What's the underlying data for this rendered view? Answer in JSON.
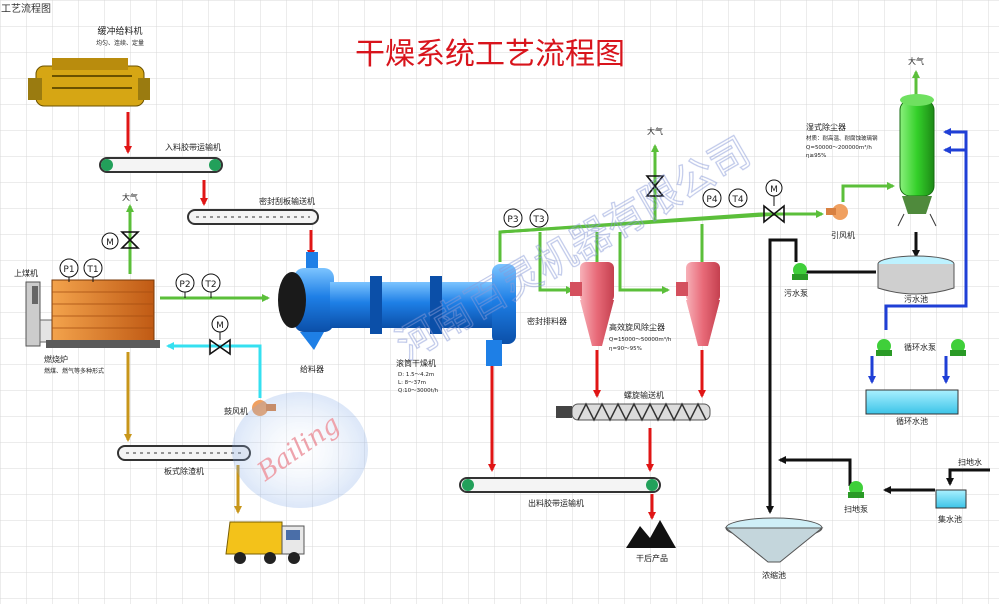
{
  "corner_caption": "工艺流程图",
  "title": "干燥系统工艺流程图",
  "watermark_company": "河南百灵机器有限公司",
  "watermark_brand": "Bailing",
  "labels": {
    "buffer_feeder": "缓冲给料机",
    "buffer_feeder_sub": "均匀、连续、定量",
    "inlet_conveyor": "入料胶带运输机",
    "atmosphere_1": "大气",
    "atmosphere_2": "大气",
    "atmosphere_3": "大气",
    "scraper_conveyor": "密封刮板输送机",
    "coal_feeder": "上煤机",
    "furnace": "燃烧炉",
    "furnace_sub": "燃煤、燃气等多种形式",
    "feeder": "给料器",
    "drum_dryer": "滚筒干燥机",
    "drum_spec_1": "D: 1.5～4.2m",
    "drum_spec_2": "L: 8～37m",
    "drum_spec_3": "Q:10～3000t/h",
    "blower": "鼓风机",
    "slag_conveyor": "板式除渣机",
    "sealed_discharger": "密封排料器",
    "cyclone": "高效旋风除尘器",
    "cyclone_spec_1": "Q=15000～50000m³/h",
    "cyclone_spec_2": "η=90～95%",
    "screw_conveyor": "螺旋输送机",
    "outlet_conveyor": "出料胶带运输机",
    "dry_product": "干后产品",
    "wet_scrubber": "湿式除尘器",
    "scrubber_spec_1": "材质：耐高温、耐腐蚀玻璃钢",
    "scrubber_spec_2": "Q=50000～200000m³/h",
    "scrubber_spec_3": "η≥95%",
    "induced_fan": "引风机",
    "sewage_pump": "污水泵",
    "sewage_pool": "污水池",
    "circ_pump": "循环水泵",
    "circ_pool": "循环水池",
    "floor_water": "扫地水",
    "floor_pump": "扫地泵",
    "sump": "集水池",
    "thickener": "浓缩池"
  },
  "instruments": {
    "p1": "P1",
    "t1": "T1",
    "p2": "P2",
    "t2": "T2",
    "p3": "P3",
    "t3": "T3",
    "p4": "P4",
    "t4": "T4",
    "motor": "M"
  },
  "colors": {
    "title": "#d8141c",
    "material_flow": "#e01515",
    "gas_flow": "#5bbf3a",
    "cold_air": "#35e0f0",
    "slag_flow": "#c8961a",
    "water_flow": "#1f3fd6",
    "sewage_flow": "#111111",
    "dryer_blue": "#1e7fe6",
    "cyclone_red": "#e86a78",
    "scrubber_green": "#34d02a",
    "watermark": "#8a9bd8"
  }
}
